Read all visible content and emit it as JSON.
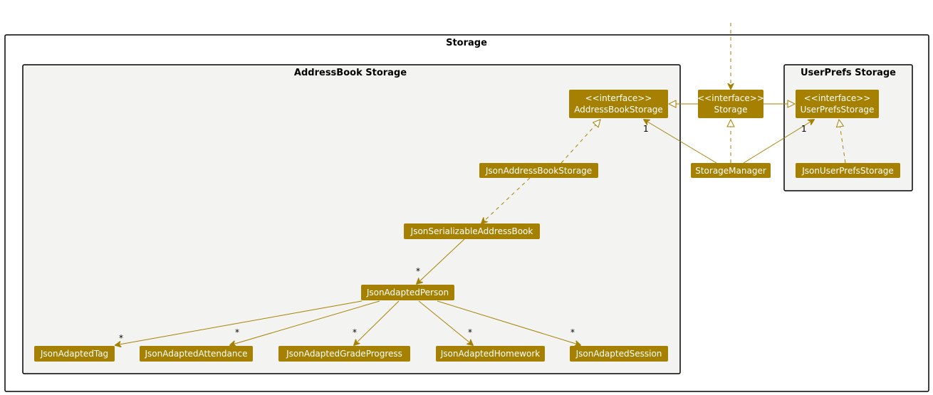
{
  "colors": {
    "node_fill": "#a68000",
    "node_text": "#ffffff",
    "arrow": "#a68000",
    "package_fill": "#f3f4f2",
    "package_border": "#000000"
  },
  "packages": {
    "storage": "Storage",
    "addressbook": "AddressBook Storage",
    "userprefs": "UserPrefs Storage"
  },
  "nodes": {
    "addressbook_storage": [
      "<<interface>>",
      "AddressBookStorage"
    ],
    "storage": [
      "<<interface>>",
      "Storage"
    ],
    "userprefs_storage": [
      "<<interface>>",
      "UserPrefsStorage"
    ],
    "json_addressbook_storage": [
      "JsonAddressBookStorage"
    ],
    "storage_manager": [
      "StorageManager"
    ],
    "json_userprefs_storage": [
      "JsonUserPrefsStorage"
    ],
    "json_serializable_addressbook": [
      "JsonSerializableAddressBook"
    ],
    "json_adapted_person": [
      "JsonAdaptedPerson"
    ],
    "json_adapted_tag": [
      "JsonAdaptedTag"
    ],
    "json_adapted_attendance": [
      "JsonAdaptedAttendance"
    ],
    "json_adapted_grade_progress": [
      "JsonAdaptedGradeProgress"
    ],
    "json_adapted_homework": [
      "JsonAdaptedHomework"
    ],
    "json_adapted_session": [
      "JsonAdaptedSession"
    ]
  },
  "multiplicities": {
    "one": "1",
    "many": "*"
  }
}
